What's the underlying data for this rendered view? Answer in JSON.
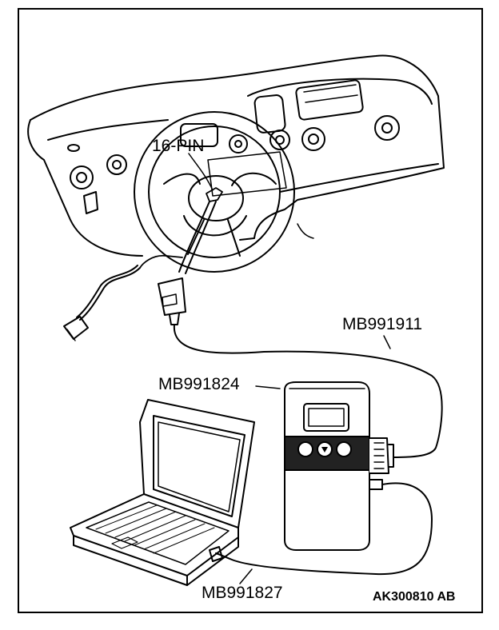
{
  "labels": {
    "connector": "16-PIN",
    "cable_main": "MB991911",
    "interface_unit": "MB991824",
    "usb_cable": "MB991827",
    "figure_code": "AK300810 AB"
  },
  "colors": {
    "line": "#000000",
    "background": "#ffffff"
  }
}
